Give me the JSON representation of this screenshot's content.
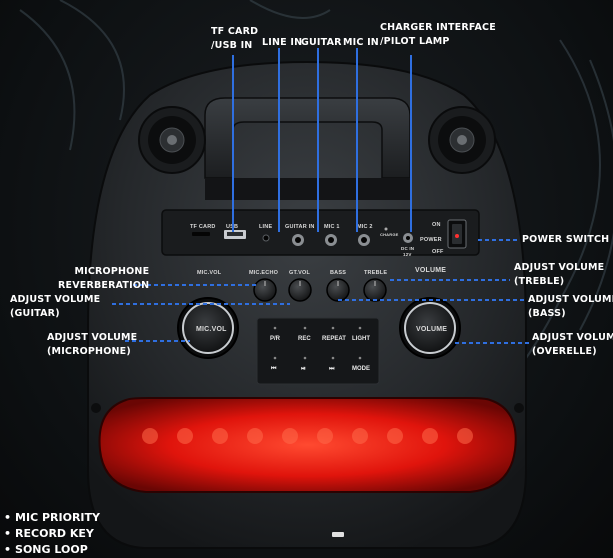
{
  "callouts": {
    "tf_card": [
      "TF CARD",
      "/USB IN"
    ],
    "line_in": "LINE IN",
    "guitar": "GUITAR",
    "mic_in": "MIC IN",
    "charger": [
      "CHARGER INTERFACE",
      "/PILOT LAMP"
    ],
    "power_switch": "POWER SWITCH",
    "mic_reverb": [
      "MICROPHONE",
      "REVERBERATION"
    ],
    "adjust_guitar": [
      "ADJUST VOLUME",
      "(GUITAR)"
    ],
    "adjust_mic": [
      "ADJUST VOLUME",
      "(MICROPHONE)"
    ],
    "adjust_treble": [
      "ADJUST VOLUME",
      "(TREBLE)"
    ],
    "adjust_bass": [
      "ADJUST VOLUME",
      "(BASS)"
    ],
    "adjust_overall": [
      "ADJUST VOLUME",
      "(OVERELLE)"
    ]
  },
  "panel": {
    "ports": [
      "TF CARD",
      "USB",
      "LINE",
      "GUITAR IN",
      "MIC 1",
      "MIC 2"
    ],
    "charge": "CHARGE",
    "dc_in": [
      "DC IN",
      "12V"
    ],
    "power": "POWER",
    "on": "ON",
    "off": "OFF",
    "knob_labels": [
      "MIC.VOL",
      "MIC.ECHO",
      "GT.VOL",
      "BASS",
      "TREBLE"
    ],
    "volume_top": "VOLUME",
    "mic_vol_dial": "MIC.VOL",
    "volume_dial": "VOLUME",
    "keys_row1": [
      "P/R",
      "REC",
      "REPEAT",
      "LIGHT"
    ],
    "keys_row2": [
      "⏮",
      "⏯",
      "⏭",
      "MODE"
    ]
  },
  "features": [
    "MIC PRIORITY",
    "RECORD KEY",
    "SONG LOOP"
  ],
  "colors": {
    "callout_line": "#2f6fe0",
    "led": "#ff1a10",
    "body": "#2a2d30",
    "panel": "#1a1c1e"
  }
}
